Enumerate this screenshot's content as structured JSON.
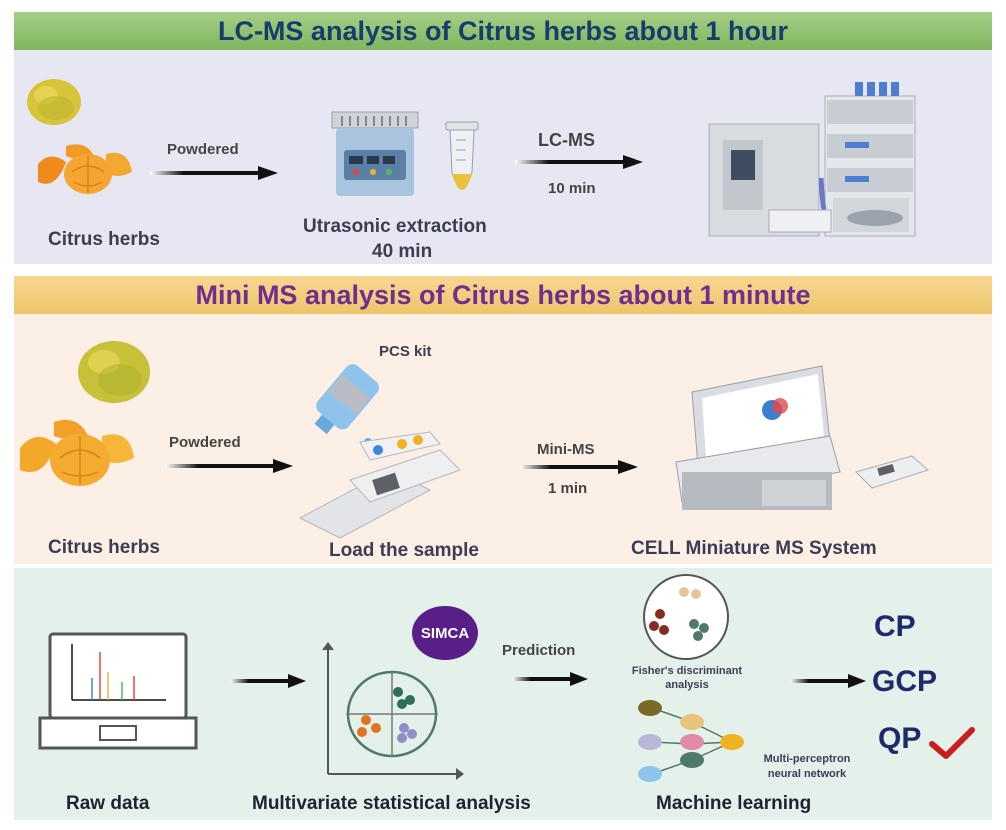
{
  "section1": {
    "title": "LC-MS analysis of Citrus herbs about 1 hour",
    "citrus_label": "Citrus herbs",
    "step1_arrow": "Powdered",
    "extraction_label": "Utrasonic extraction",
    "extraction_time": "40 min",
    "step2_arrow": "LC-MS",
    "step2_time": "10 min"
  },
  "section2": {
    "title": "Mini MS analysis of Citrus herbs about 1 minute",
    "citrus_label": "Citrus herbs",
    "step1_arrow": "Powdered",
    "kit_label": "PCS kit",
    "load_label": "Load the sample",
    "step2_arrow": "Mini-MS",
    "step2_time": "1 min",
    "system_label": "CELL Miniature MS System"
  },
  "section3": {
    "raw_label": "Raw data",
    "multi_label": "Multivariate statistical analysis",
    "simca": "SIMCA",
    "prediction_arrow": "Prediction",
    "fisher_label": "Fisher's discriminant analysis",
    "mlp_label": "Multi-perceptron neural network",
    "ml_label": "Machine learning",
    "outputs": [
      "CP",
      "GCP",
      "QP"
    ]
  },
  "colors": {
    "header1": "#8bbd6a",
    "header2": "#f2cd7e",
    "panel1": "#e6e6f2",
    "panel2": "#faeee6",
    "panel3": "#e4f0e9",
    "title1_text": "#143e6e",
    "title2_text": "#6e2f8f",
    "check": "#c81e1e"
  }
}
